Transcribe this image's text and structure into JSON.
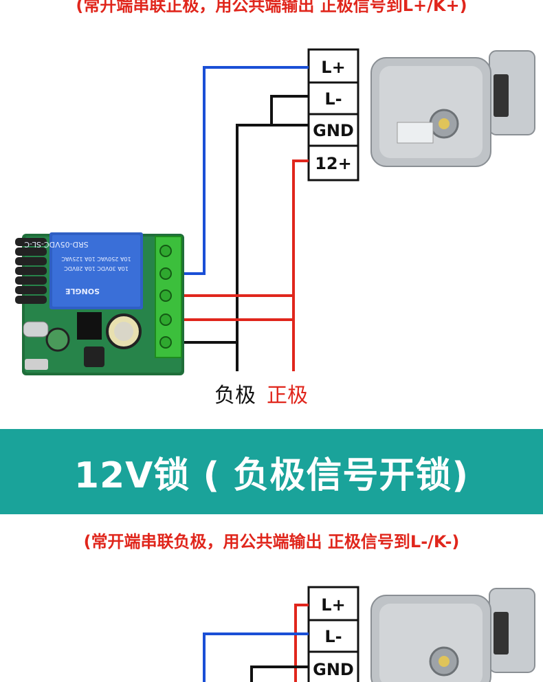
{
  "captions": {
    "top": "(常开端串联正极，用公共端输出 正极信号到L+/K+)",
    "middle": "(常开端串联负极，用公共端输出 正极信号到L-/K-)"
  },
  "band": {
    "title": "12V锁 ( 负极信号开锁)"
  },
  "terminals": [
    "L+",
    "L-",
    "GND",
    "12+"
  ],
  "polarity": {
    "negative": "负极",
    "positive": "正极"
  },
  "relay": {
    "model": "SRD-05VDC-SL-C",
    "rating1": "10A 250VAC  10A 125VAC",
    "rating2": "10A 30VDC  10A 28VDC",
    "brand": "SONGLE"
  },
  "colors": {
    "blue": "#1a4fd6",
    "red": "#e0261c",
    "black": "#111111",
    "teal": "#1aa39a"
  }
}
